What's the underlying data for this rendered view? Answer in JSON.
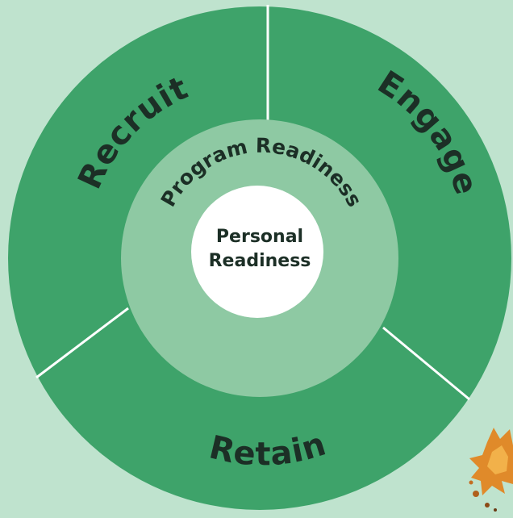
{
  "diagram": {
    "outer_segments": [
      {
        "label": "Recruit"
      },
      {
        "label": "Engage"
      },
      {
        "label": "Retain"
      }
    ],
    "middle_ring": {
      "label": "Program Readiness"
    },
    "center": {
      "line1": "Personal",
      "line2": "Readiness"
    }
  },
  "colors": {
    "background": "#bfe3ce",
    "outer_ring": "#3ea36a",
    "middle_ring": "#8ec9a3",
    "center": "#ffffff",
    "text": "#1c2f26",
    "divider": "#ffffff"
  }
}
